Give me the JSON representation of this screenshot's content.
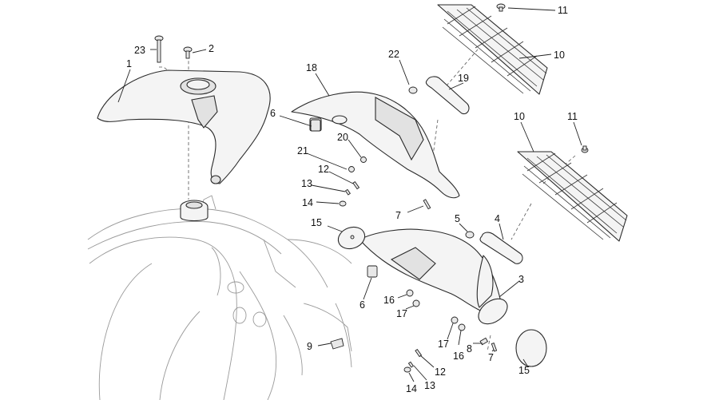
{
  "callouts": [
    {
      "id": "c23a",
      "label": "23"
    },
    {
      "id": "c2",
      "label": "2"
    },
    {
      "id": "c1",
      "label": "1"
    },
    {
      "id": "c18",
      "label": "18"
    },
    {
      "id": "c22",
      "label": "22"
    },
    {
      "id": "c19",
      "label": "19"
    },
    {
      "id": "c11a",
      "label": "11"
    },
    {
      "id": "c10a",
      "label": "10"
    },
    {
      "id": "c10b",
      "label": "10"
    },
    {
      "id": "c11b",
      "label": "11"
    },
    {
      "id": "c6a",
      "label": "6"
    },
    {
      "id": "c20",
      "label": "20"
    },
    {
      "id": "c21",
      "label": "21"
    },
    {
      "id": "c12a",
      "label": "12"
    },
    {
      "id": "c13a",
      "label": "13"
    },
    {
      "id": "c14a",
      "label": "14"
    },
    {
      "id": "c7a",
      "label": "7"
    },
    {
      "id": "c15a",
      "label": "15"
    },
    {
      "id": "c5",
      "label": "5"
    },
    {
      "id": "c4",
      "label": "4"
    },
    {
      "id": "c3",
      "label": "3"
    },
    {
      "id": "c6b",
      "label": "6"
    },
    {
      "id": "c16a",
      "label": "16"
    },
    {
      "id": "c17a",
      "label": "17"
    },
    {
      "id": "c9",
      "label": "9"
    },
    {
      "id": "c17b",
      "label": "17"
    },
    {
      "id": "c16b",
      "label": "16"
    },
    {
      "id": "c8",
      "label": "8"
    },
    {
      "id": "c7b",
      "label": "7"
    },
    {
      "id": "c15b",
      "label": "15"
    },
    {
      "id": "c12b",
      "label": "12"
    },
    {
      "id": "c14b",
      "label": "14"
    },
    {
      "id": "c13b",
      "label": "13"
    }
  ]
}
